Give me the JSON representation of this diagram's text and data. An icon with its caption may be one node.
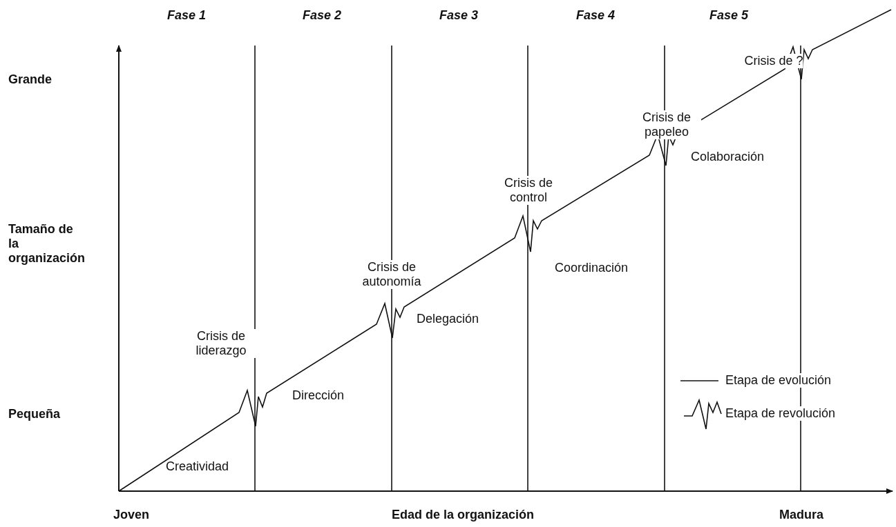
{
  "diagram": {
    "labels": [
      "Fase 1",
      "Fase 2",
      "Fase 3",
      "Fase 4",
      "Fase 5",
      "Grande",
      "Crisis de ?",
      "Crisis de papeleo",
      "Colaboración",
      "Crisis de control",
      "Tamaño de la organización",
      "Coordinación",
      "Crisis de autonomía",
      "Delegación",
      "Crisis de liderazgo",
      "Dirección",
      "Pequeña",
      "Creatividad",
      "Joven",
      "Edad de la organización",
      "Madura"
    ],
    "legend": [
      {
        "text": "Etapa de evolución"
      },
      {
        "text": "Etapa de revolución"
      }
    ]
  }
}
